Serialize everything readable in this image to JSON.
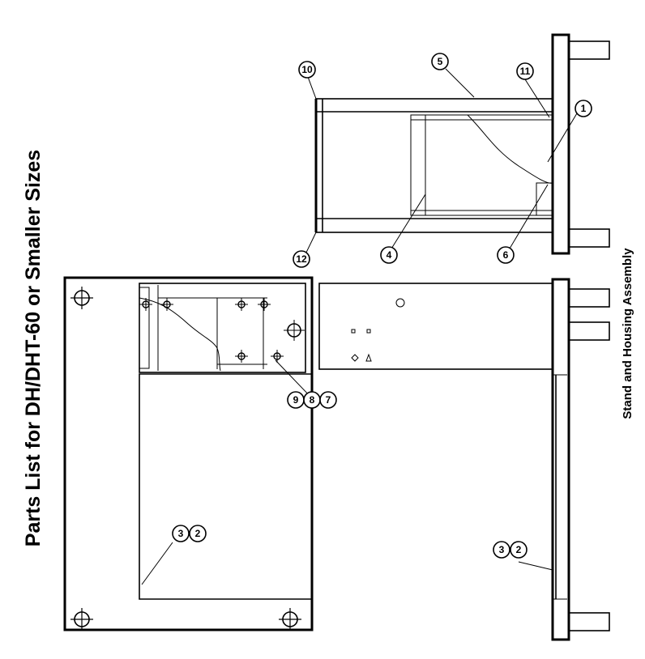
{
  "title": "Parts List for DH/DHT-60 or Smaller Sizes",
  "caption": "Stand and Housing Assembly",
  "callouts": {
    "c1": "1",
    "c2a": "2",
    "c3a": "3",
    "c2b": "2",
    "c3b": "3",
    "c4": "4",
    "c5": "5",
    "c6": "6",
    "c7": "7",
    "c8": "8",
    "c9": "9",
    "c10": "10",
    "c11": "11",
    "c12": "12"
  },
  "icons": {
    "mounting_hole": "crosshair-hole-icon"
  }
}
